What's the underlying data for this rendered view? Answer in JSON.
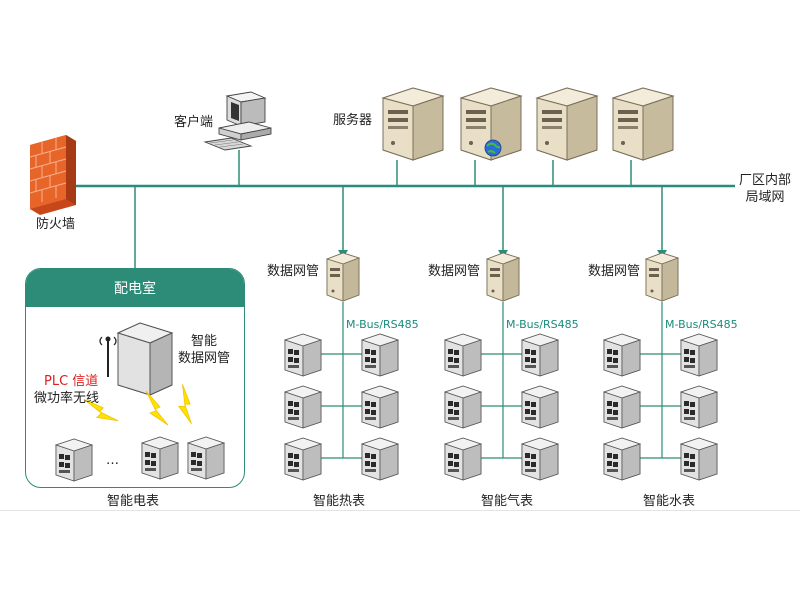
{
  "labels": {
    "client": "客户端",
    "servers": "服务器",
    "firewall": "防火墙",
    "lan_line1": "厂区内部",
    "lan_line2": "局域网",
    "distribution_room": "配电室",
    "smart_gateway_line1": "智能",
    "smart_gateway_line2": "数据网管",
    "plc_channel": "PLC 信道",
    "micro_wireless": "微功率无线",
    "ellipsis": "…",
    "data_gateway": "数据网管",
    "bus": "M-Bus/RS485",
    "smart_electric_meter": "智能电表",
    "smart_heat_meter": "智能热表",
    "smart_gas_meter": "智能气表",
    "smart_water_meter": "智能水表"
  },
  "colors": {
    "line": "#2d8c78",
    "server_body": "#e9dfc7",
    "server_dark": "#6b6150",
    "meter_body": "#e2e2e2",
    "meter_dark": "#2a2a2a",
    "firewall": "#e8652a",
    "lightning": "#ffe200",
    "plc_text": "#e0201f"
  },
  "icons": {
    "client": "desktop-computer-icon",
    "server": "server-tower-icon",
    "web_server": "globe-server-icon",
    "firewall": "brick-wall-icon",
    "gateway": "data-gateway-icon",
    "meter": "meter-box-icon",
    "wireless": "lightning-bolt-icon",
    "antenna": "antenna-icon"
  }
}
